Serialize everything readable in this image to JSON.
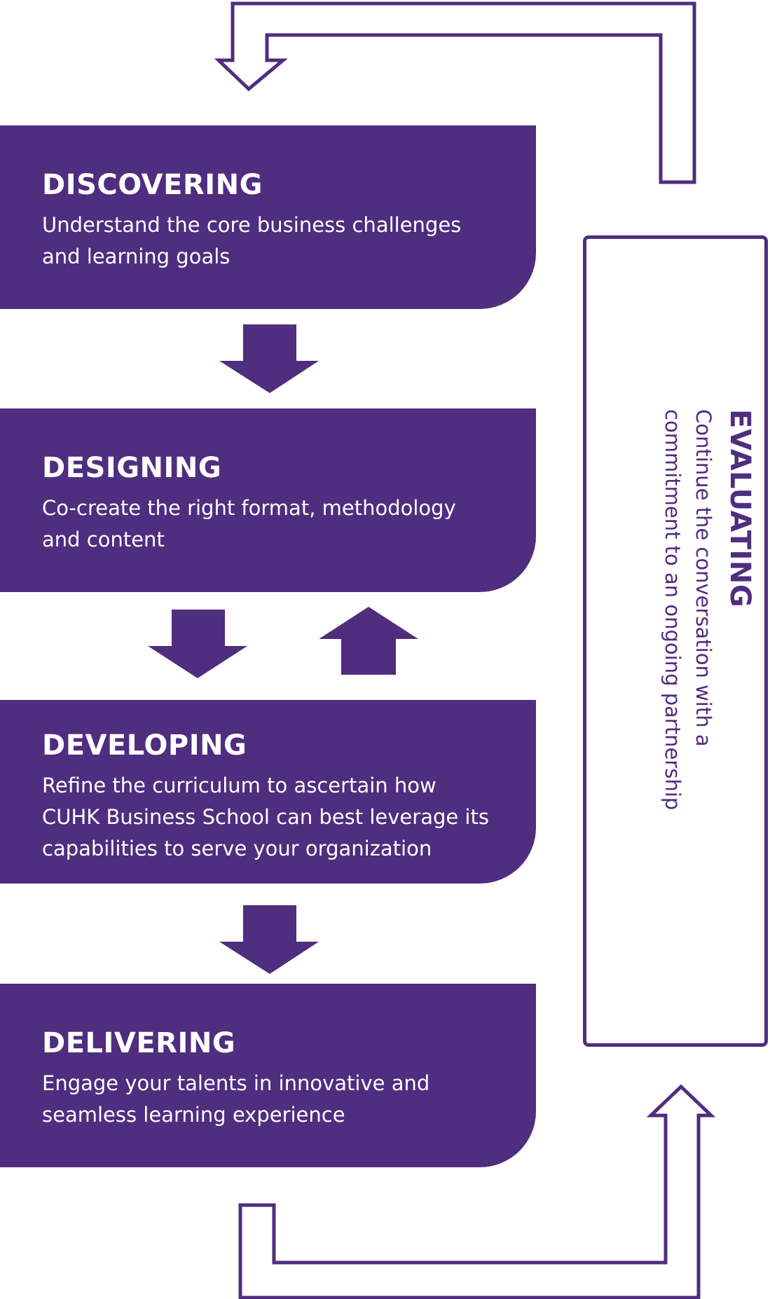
{
  "diagram": {
    "stages": [
      {
        "title": "DISCOVERING",
        "description": "Understand the core business challenges\nand learning goals"
      },
      {
        "title": "DESIGNING",
        "description": "Co-create the right format, methodology\nand content"
      },
      {
        "title": "DEVELOPING",
        "description": "Refine the curriculum to ascertain how\nCUHK Business School can best leverage its\ncapabilities to serve your organization"
      },
      {
        "title": "DELIVERING",
        "description": "Engage your talents in innovative and\nseamless learning experience"
      }
    ],
    "evaluating": {
      "title": "EVALUATING",
      "description": "Continue the conversation with a\ncommitment to an ongoing partnership"
    },
    "colors": {
      "primary": "#4f2d7f",
      "text_on_primary": "#ffffff",
      "background": "#ffffff"
    },
    "icons": {
      "down_arrow": "down-arrow-icon",
      "up_arrow": "up-arrow-icon",
      "loop_arrow": "loop-arrow-icon"
    }
  }
}
